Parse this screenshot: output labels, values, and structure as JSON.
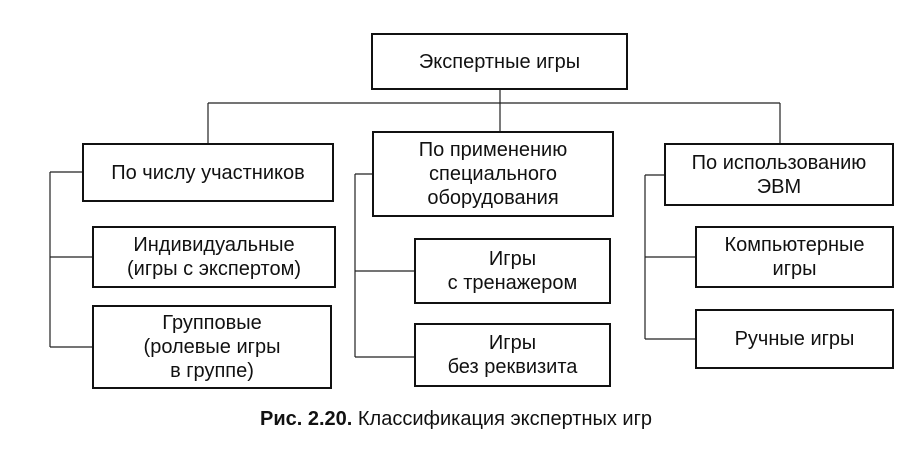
{
  "diagram": {
    "root": "Экспертные игры",
    "branches": [
      {
        "title": [
          "По числу участников"
        ],
        "children": [
          [
            "Индивидуальные",
            "(игры с экспертом)"
          ],
          [
            "Групповые",
            "(ролевые игры",
            "в группе)"
          ]
        ]
      },
      {
        "title": [
          "По применению",
          "специального",
          "оборудования"
        ],
        "children": [
          [
            "Игры",
            "с тренажером"
          ],
          [
            "Игры",
            "без реквизита"
          ]
        ]
      },
      {
        "title": [
          "По использованию",
          "ЭВМ"
        ],
        "children": [
          [
            "Компьютерные",
            "игры"
          ],
          [
            "Ручные игры"
          ]
        ]
      }
    ]
  },
  "caption": {
    "label": "Рис. 2.20.",
    "text": " Классификация экспертных игр"
  }
}
